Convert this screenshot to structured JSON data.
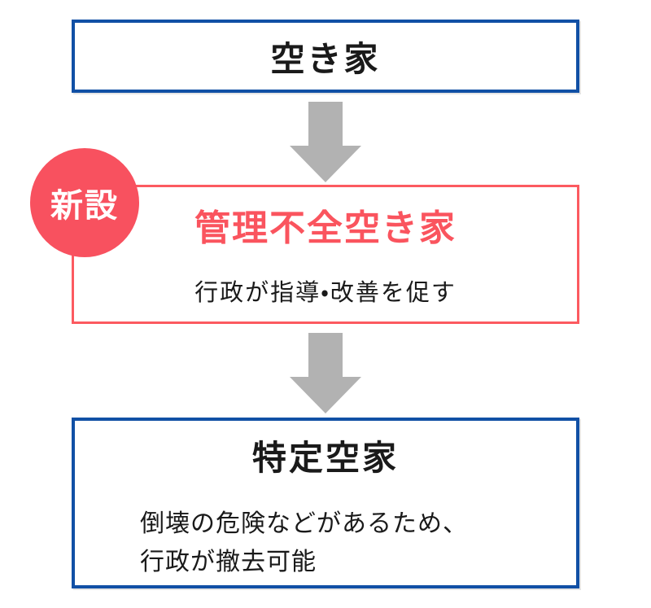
{
  "colors": {
    "blue_border": "#1150a5",
    "red_border": "#fc5a60",
    "badge_red": "#f8515f",
    "title_red": "#fa545e",
    "arrow_gray": "#b2b2b2",
    "text_black": "#1a1a1a"
  },
  "diagram": {
    "top_box": {
      "title": "空き家"
    },
    "badge": {
      "label": "新設"
    },
    "middle_box": {
      "title": "管理不全空き家",
      "description": "行政が指導・改善を促す"
    },
    "bottom_box": {
      "title": "特定空家",
      "description_line1": "倒壊の危険などがあるため、",
      "description_line2": "行政が撤去可能"
    }
  }
}
